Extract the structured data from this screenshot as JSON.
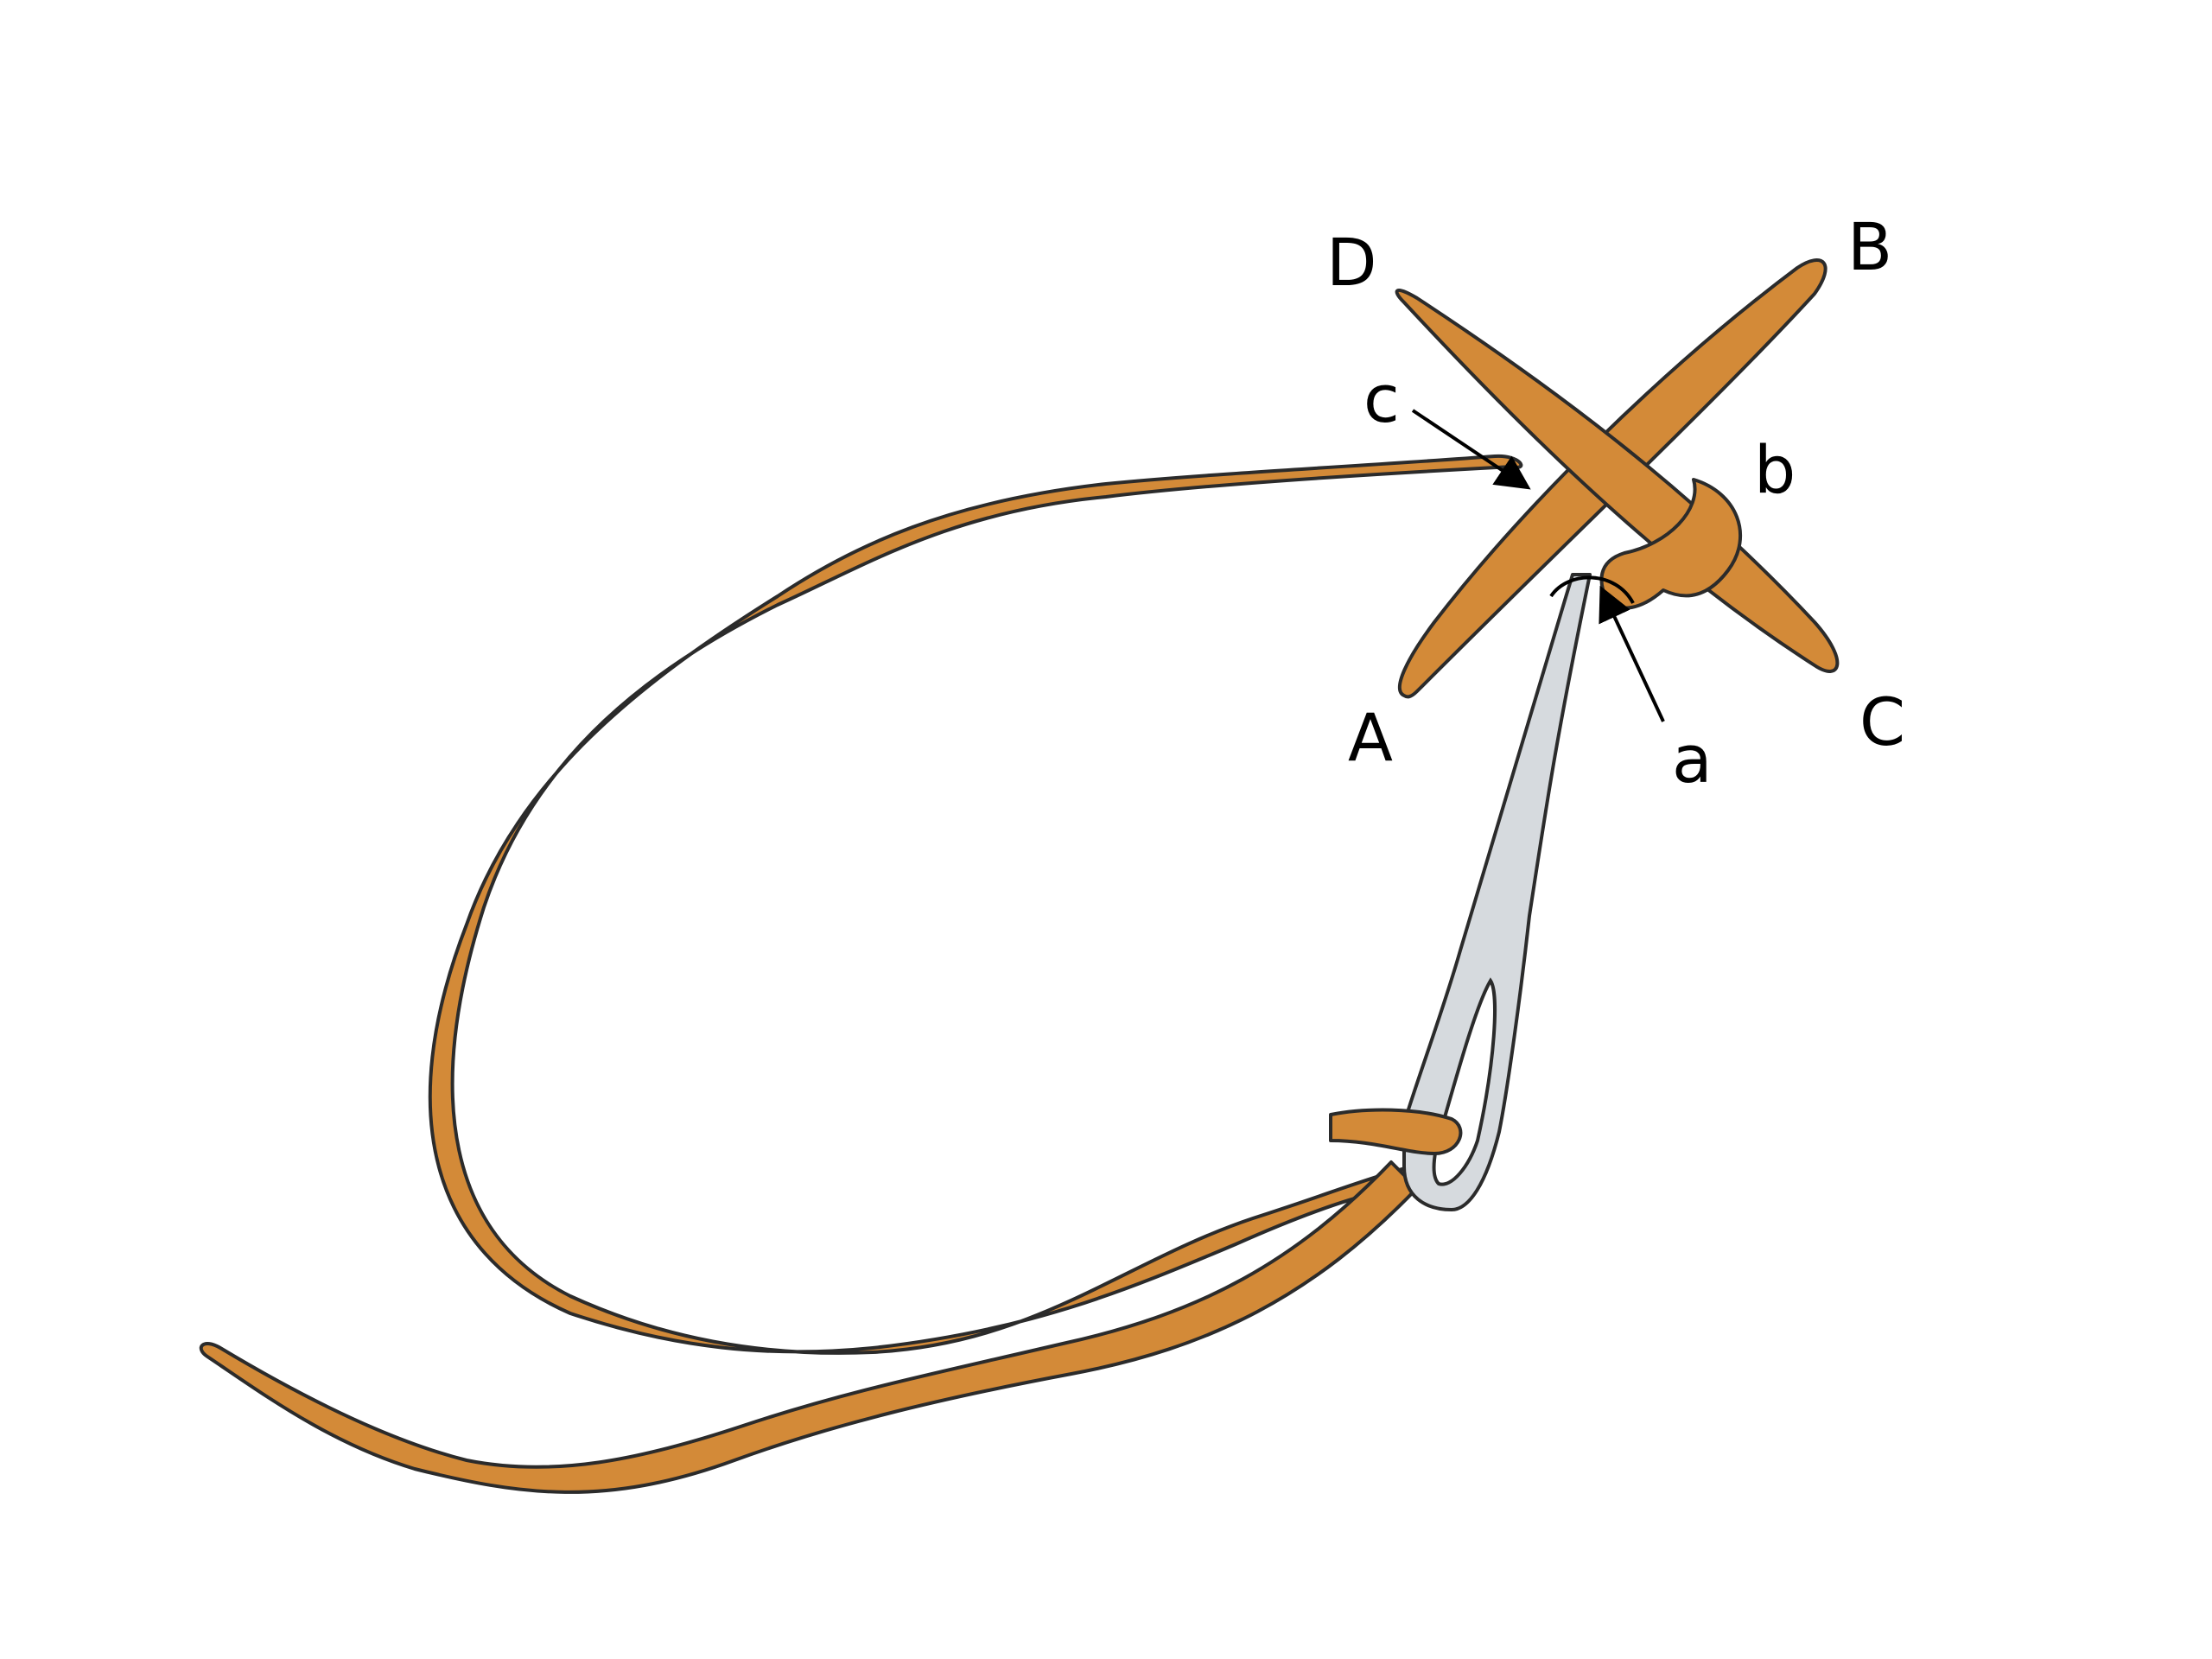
{
  "diagram": {
    "labels": {
      "A": "A",
      "B": "B",
      "C": "C",
      "D": "D",
      "a": "a",
      "b": "b",
      "c": "c"
    },
    "colors": {
      "thread": "#d38a38",
      "needle": "#d6dade",
      "outline": "#2b2b2b",
      "background": "#ffffff"
    }
  }
}
